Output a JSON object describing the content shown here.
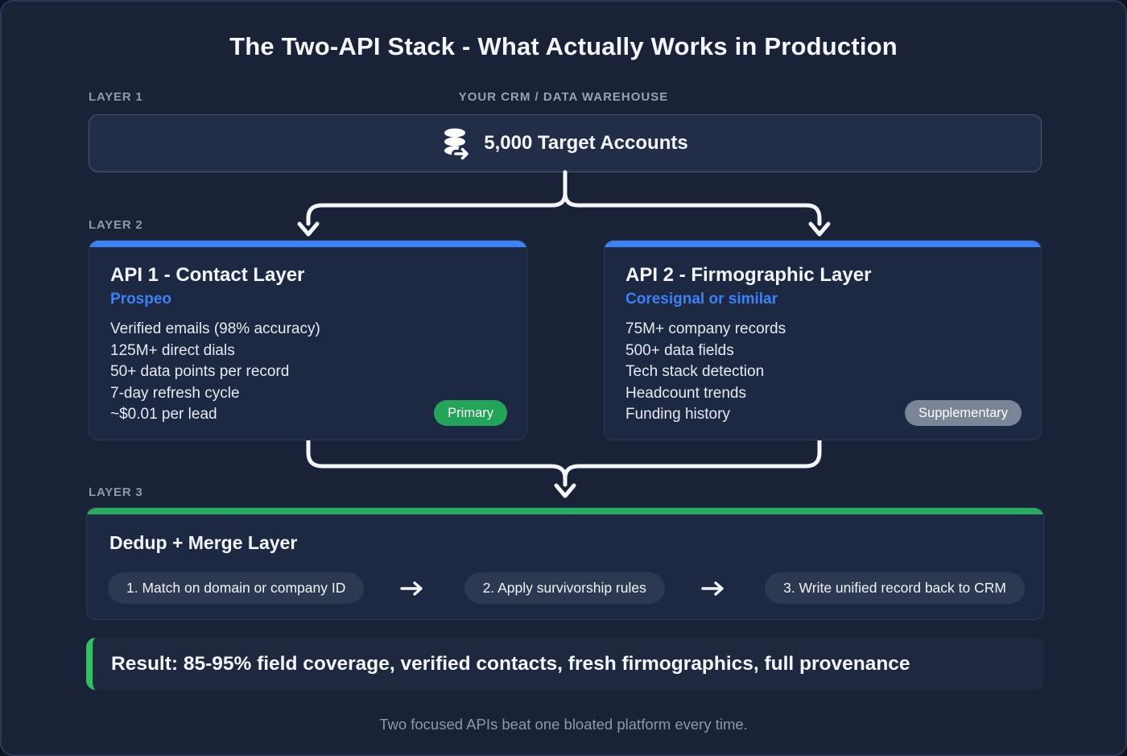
{
  "title": "The Two-API Stack - What Actually Works in Production",
  "colors": {
    "background": "#1a2238",
    "card": "#1d2942",
    "accent_blue": "#3b82f6",
    "accent_green": "#25ab5b",
    "result_green": "#2fc264",
    "badge_green": "#23a559",
    "badge_gray": "#7b8598",
    "connector_white": "#f5f6f8"
  },
  "layer1": {
    "label": "LAYER 1",
    "header": "YOUR CRM / DATA WAREHOUSE",
    "box_text": "5,000 Target Accounts",
    "icon": "database-export-icon"
  },
  "layer2": {
    "label": "LAYER 2",
    "cards": [
      {
        "title": "API 1 - Contact Layer",
        "vendor": "Prospeo",
        "features": [
          "Verified emails (98% accuracy)",
          "125M+ direct dials",
          "50+ data points per record",
          "7-day refresh cycle",
          "~$0.01 per lead"
        ],
        "badge": "Primary",
        "badge_color": "#23a559"
      },
      {
        "title": "API 2 - Firmographic Layer",
        "vendor": "Coresignal or similar",
        "features": [
          "75M+ company records",
          "500+ data fields",
          "Tech stack detection",
          "Headcount trends",
          "Funding history"
        ],
        "badge": "Supplementary",
        "badge_color": "#7b8598"
      }
    ]
  },
  "layer3": {
    "label": "LAYER 3",
    "title": "Dedup + Merge Layer",
    "steps": [
      "1. Match on domain or company ID",
      "2. Apply survivorship rules",
      "3. Write unified record back to CRM"
    ]
  },
  "result": {
    "text": "Result: 85-95% field coverage, verified contacts, fresh firmographics, full provenance"
  },
  "footer": "Two focused APIs beat one bloated platform every time."
}
